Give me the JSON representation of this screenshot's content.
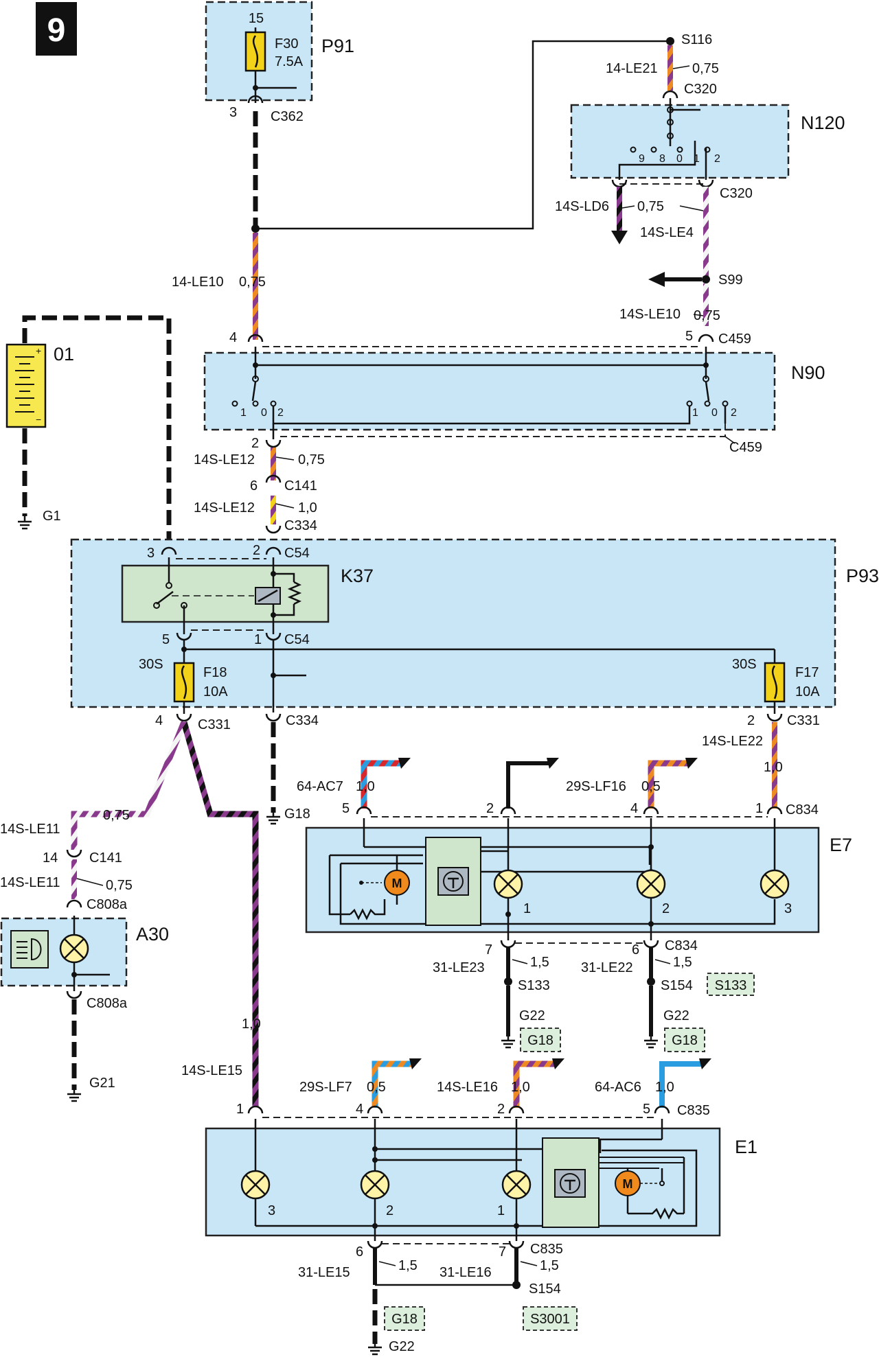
{
  "page_number": "9",
  "components": {
    "P91": "P91",
    "N120": "N120",
    "N90": "N90",
    "battery": "01",
    "P93": "P93",
    "K37": "K37",
    "E7": "E7",
    "A30": "A30",
    "E1": "E1"
  },
  "fuses": {
    "F30": {
      "name": "F30",
      "rating": "7.5A",
      "pin": "15"
    },
    "F18": {
      "name": "F18",
      "rating": "10A",
      "pin": "30S"
    },
    "F17": {
      "name": "F17",
      "rating": "10A",
      "pin": "30S"
    }
  },
  "connectors": {
    "C362": "C362",
    "C362_pin": "3",
    "S116": "S116",
    "C320_a": "C320",
    "C320_b": "C320",
    "S99": "S99",
    "C459_top": "C459",
    "C459_top_pin": "5",
    "C459_bot": "C459",
    "N90_left_pin": "4",
    "N90_out_pin": "2",
    "C141_a": "C141",
    "C141_a_pin": "6",
    "C334_a": "C334",
    "C54_top": "C54",
    "C54_top_pin_l": "3",
    "C54_top_pin_r": "2",
    "C54_bot": "C54",
    "C54_bot_pin_l": "5",
    "C54_bot_pin_r": "1",
    "C331_l": "C331",
    "C331_l_pin": "4",
    "C334_b": "C334",
    "C331_r": "C331",
    "C331_r_pin": "2",
    "C834_top": "C834",
    "C834_bot": "C834",
    "C141_b": "C141",
    "C141_b_pin": "14",
    "C808a_top": "C808a",
    "C808a_bot": "C808a",
    "C835_top": "C835",
    "C835_bot": "C835",
    "S133": "S133",
    "S154_a": "S154",
    "S154_b": "S154"
  },
  "wires": {
    "w_14LE21": "14-LE21",
    "w_14LE21_size": "0,75",
    "w_14SLD6": "14S-LD6",
    "w_14SLD6_size": "0,75",
    "w_14SLE4": "14S-LE4",
    "w_14LE10": "14-LE10",
    "w_14LE10_size": "0,75",
    "w_14SLE10": "14S-LE10",
    "w_14SLE10_size": "0,75",
    "w_14SLE12a": "14S-LE12",
    "w_14SLE12a_size": "0,75",
    "w_14SLE12b": "14S-LE12",
    "w_14SLE12b_size": "1,0",
    "w_14SLE22": "14S-LE22",
    "w_14SLE22_size": "1,0",
    "w_64AC7": "64-AC7",
    "w_64AC7_size": "1,0",
    "w_29SLF16": "29S-LF16",
    "w_29SLF16_size": "0,5",
    "w_14SLE11a": "14S-LE11",
    "w_14SLE11a_size": "0,75",
    "w_14SLE11b": "14S-LE11",
    "w_14SLE11b_size": "0,75",
    "w_31LE23": "31-LE23",
    "w_31LE23_size": "1,5",
    "w_31LE22": "31-LE22",
    "w_31LE22_size": "1,5",
    "w_14SLE15_size": "1,0",
    "w_14SLE15": "14S-LE15",
    "w_29SLF7": "29S-LF7",
    "w_29SLF7_size": "0,5",
    "w_14SLE16": "14S-LE16",
    "w_14SLE16_size": "1,0",
    "w_64AC6": "64-AC6",
    "w_64AC6_size": "1,0",
    "w_31LE15": "31-LE15",
    "w_31LE15_size": "1,5",
    "w_31LE16": "31-LE16",
    "w_31LE16_size": "1,5"
  },
  "grounds": {
    "G1": "G1",
    "G18": "G18",
    "G21": "G21",
    "G22_a": "G22",
    "G22_b": "G22",
    "G22_c": "G22"
  },
  "references": {
    "ref_S133": "S133",
    "ref_G18_a": "G18",
    "ref_G18_b": "G18",
    "ref_G18_c": "G18",
    "ref_S3001": "S3001"
  },
  "switch_positions": {
    "n120": [
      "9",
      "8",
      "0",
      "1",
      "2"
    ],
    "n90_left": [
      "1",
      "0",
      "2"
    ],
    "n90_right": [
      "1",
      "0",
      "2"
    ]
  },
  "pins": {
    "E7_top": [
      "5",
      "2",
      "4",
      "1"
    ],
    "E7_lamps": [
      "1",
      "2",
      "3"
    ],
    "E7_bot": [
      "7",
      "6"
    ],
    "E1_top": [
      "1",
      "4",
      "2",
      "5"
    ],
    "E1_lamps": [
      "3",
      "2",
      "1"
    ],
    "E1_bot": [
      "6",
      "7"
    ]
  },
  "colors": {
    "module_fill": "#c9e6f7",
    "relay_fill": "#cfe5cc",
    "lamp_fill": "#fff3a8",
    "motor_fill": "#f08a1c",
    "wire_violet": "#8a3a8c",
    "wire_orange": "#ee8a22",
    "wire_blue": "#2a9de0",
    "wire_red": "#d9262a",
    "wire_yellow": "#f3d21a"
  }
}
